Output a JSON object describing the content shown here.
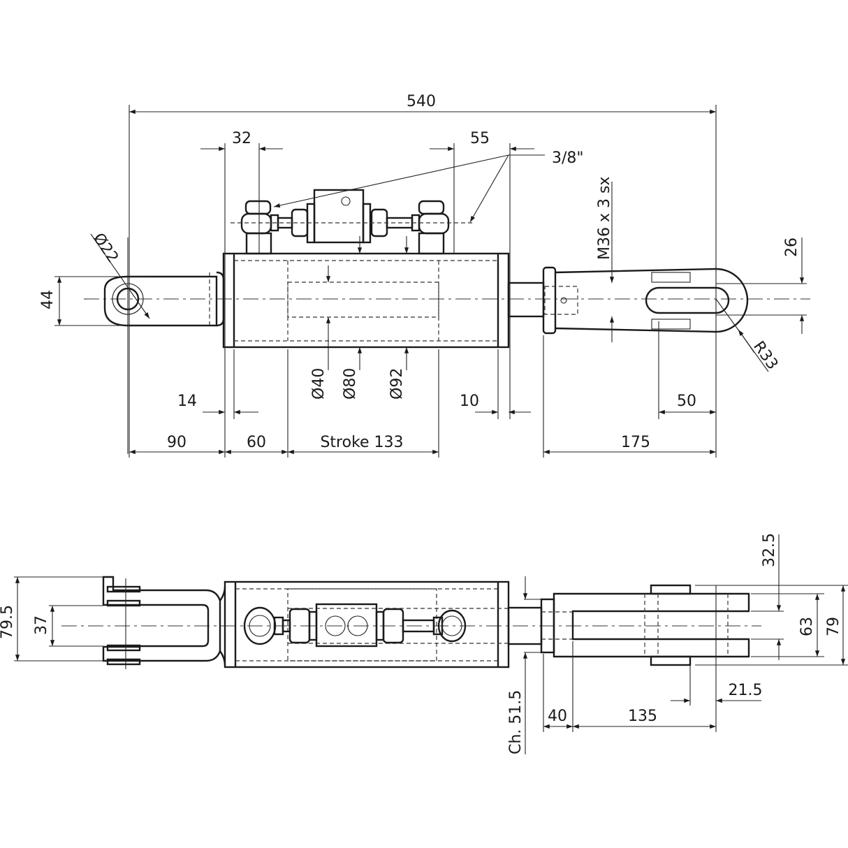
{
  "drawing": {
    "top_view": {
      "overall_length": "540",
      "fitting_offset_left": "32",
      "fitting_offset_right": "55",
      "port_thread": "3/8\"",
      "pin_diameter": "Ø22",
      "eye_width": "44",
      "thread": "M36 x 3 sx",
      "slot_width": "26",
      "radius": "R33",
      "rod_diameter": "Ø40",
      "bore_diameter": "Ø80",
      "body_diameter": "Ø92",
      "cap_left": "14",
      "cap_right": "10",
      "slot_length": "50",
      "eye_to_body": "90",
      "body_offset": "60",
      "stroke": "Stroke 133",
      "clevis_length": "175"
    },
    "side_view": {
      "clevis_outer": "79.5",
      "clevis_inner": "37",
      "top_offset": "32.5",
      "fork_width": "63",
      "plate_width": "79",
      "plate_offset": "21.5",
      "nut_length": "40",
      "fork_length": "135",
      "wrench_size": "Ch. 51.5"
    }
  }
}
